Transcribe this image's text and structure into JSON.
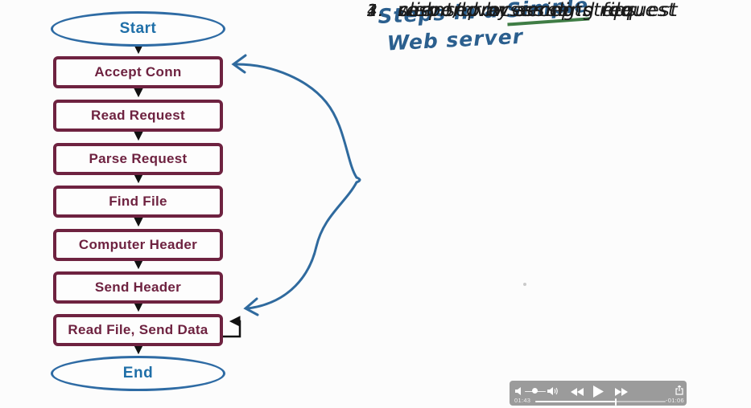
{
  "flowchart": {
    "start_label": "Start",
    "steps": [
      "Accept Conn",
      "Read Request",
      "Parse Request",
      "Find File",
      "Computer Header",
      "Send Header",
      "Read File, Send Data"
    ],
    "end_label": "End"
  },
  "notes": {
    "title": {
      "prefix": "Steps in a ",
      "highlight": "Simple",
      "suffix": " Web server"
    },
    "items": [
      {
        "num": "1.",
        "text": "client/browser send request"
      },
      {
        "num": "2.",
        "text": "web server accepts request"
      },
      {
        "num": "3.",
        "text": "server processing steps"
      },
      {
        "num": "4.",
        "text": "respond by sending file"
      }
    ]
  },
  "player": {
    "elapsed": "01:43",
    "remaining": "-01:06",
    "progress_percent": 61,
    "icons": [
      "volume-min",
      "volume-slider",
      "volume-max",
      "rewind",
      "play",
      "fast-forward",
      "share"
    ]
  },
  "colors": {
    "flow_box_maroon": "#6e2240",
    "flow_terminal_blue": "#2e6ba4",
    "ink_blue": "#2b5f8e",
    "ink_black": "#1b1b1b",
    "underline_green": "#3f7d45",
    "arrow_blue": "#2f6a9e",
    "player_gray": "#9b9b9b"
  }
}
